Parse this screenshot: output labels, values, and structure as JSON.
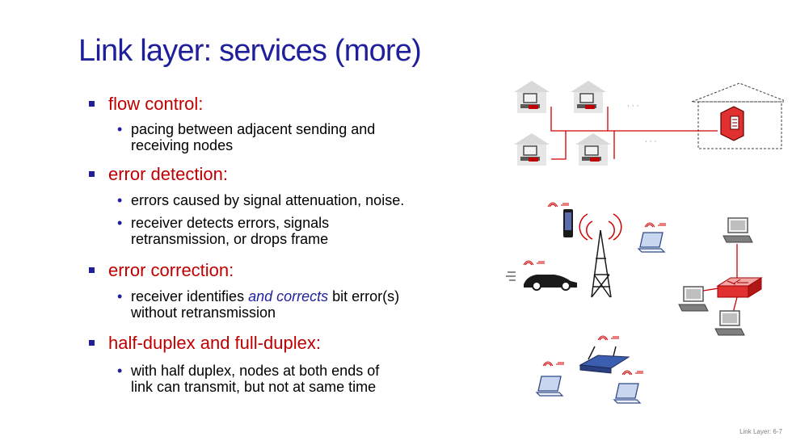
{
  "slide": {
    "title": "Link layer: services (more)",
    "footer": "Link Layer: 6-7"
  },
  "bullets": [
    {
      "heading": "flow control:",
      "subs": [
        {
          "lines": [
            "pacing between adjacent sending and",
            "receiving nodes"
          ]
        }
      ]
    },
    {
      "heading": "error detection:",
      "subs": [
        {
          "lines": [
            "errors caused by signal attenuation, noise."
          ]
        },
        {
          "lines": [
            "receiver detects errors, signals",
            "retransmission, or drops frame"
          ]
        }
      ]
    },
    {
      "heading": "error correction:",
      "subs": [
        {
          "line1_pre": "receiver identifies ",
          "line1_em": "and corrects",
          "line1_post": " bit error(s)",
          "line2": "without retransmission"
        }
      ]
    },
    {
      "heading": "half-duplex and full-duplex:",
      "subs": [
        {
          "lines": [
            "with half duplex, nodes at both ends of",
            "link can transmit, but not at same time"
          ]
        }
      ]
    }
  ],
  "colors": {
    "title": "#1f1f9c",
    "heading": "#c00000",
    "bullet_marker": "#1f1f9c",
    "emphasis": "#1f1f9c",
    "network_link": "#d00000"
  },
  "illustration": {
    "ellipsis": "· · ·"
  }
}
